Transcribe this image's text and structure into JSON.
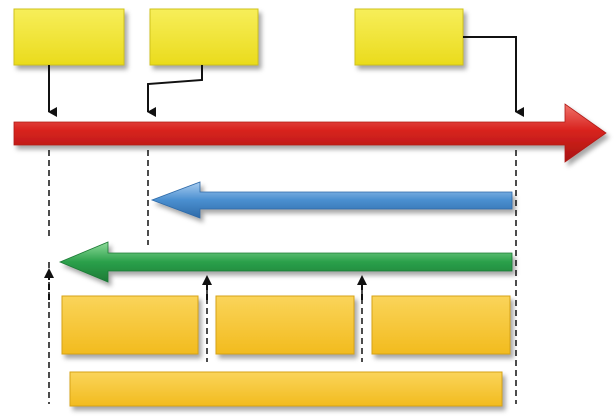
{
  "colors": {
    "top_box": "#f2e42a",
    "top_box_border": "#cfc21a",
    "bottom_box": "#f7c42a",
    "bottom_box_border": "#d7a312",
    "red_arrow": "#d8231f",
    "blue_arrow": "#4a8fd0",
    "green_arrow": "#2aa04a",
    "line": "#111111",
    "shadow": "#9a9a9a"
  },
  "top_boxes": [
    {
      "id": "top-box-1",
      "label": ""
    },
    {
      "id": "top-box-2",
      "label": ""
    },
    {
      "id": "top-box-3",
      "label": ""
    }
  ],
  "bottom_boxes": [
    {
      "id": "bottom-box-1",
      "label": ""
    },
    {
      "id": "bottom-box-2",
      "label": ""
    },
    {
      "id": "bottom-box-3",
      "label": ""
    },
    {
      "id": "bottom-box-wide",
      "label": ""
    }
  ],
  "arrows": [
    {
      "id": "red-timeline-arrow",
      "direction": "right"
    },
    {
      "id": "blue-return-arrow",
      "direction": "left"
    },
    {
      "id": "green-return-arrow",
      "direction": "left"
    }
  ]
}
